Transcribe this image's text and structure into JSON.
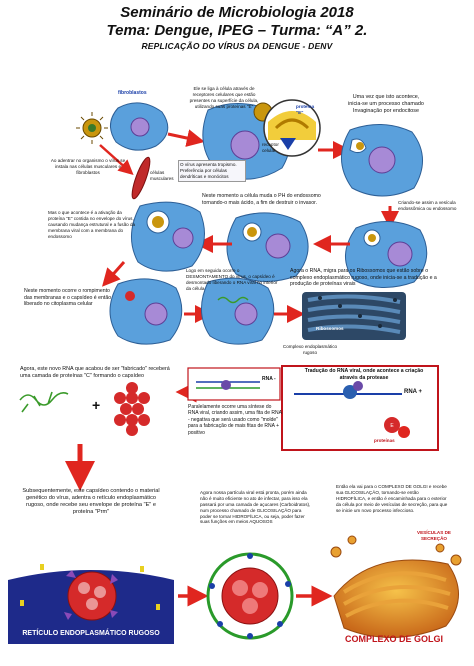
{
  "header": {
    "line1": "Seminário de Microbiologia 2018",
    "line2": "Tema: Dengue, IPEG – Turma: “A” 2.",
    "line3": "REPLICAÇÃO DO VÍRUS DA DENGUE - DENV"
  },
  "labels": {
    "fibroblastos": "fibroblastos",
    "entering_virus": "Ao adentrar no organismo o vírus se instala nas células musculares e fibroblastos",
    "celulas_musculares": "células musculares",
    "binding": "Ele se liga à célula através de receptores celulares que estão presentes na superfície da célula, utilizando suas proteínas \"E\"",
    "receptor": "receptor celular",
    "protein_e": "proteína \"E\"",
    "other_cells": "O vírus apresenta tropismo. Preferência por células dendríticas e monócitos",
    "endocytosis": "Uma vez que isto acontece, inicia-se um processo chamado Invaginação por endocitose",
    "endosome_form": "Criando-se assim a vesícula endossômica ou endossomo",
    "ph_change": "Neste momento a célula muda o PH do endossomo tornando-o mais ácido, a fim de destruir o invasor.",
    "fusion": "Mas o que acontece é a ativação da proteína \"E\" contida no envelope do vírus, causando mudança estrutural e a fusão da membrana viral com a membrana do endossomo",
    "uncoating": "Neste momento ocorre o rompimento das membranas e o capsídeo é então liberado no citoplasma celular",
    "disassembly": "Logo em seguida ocorre o DESMONTAMENTO do vírus, o capsídeo é desmontado liberando o RNA viral no interior da célula",
    "ribosome_text": "Agora o RNA, migra para os Ribossomos que estão sobre o complexo endoplasmático rugoso, onde inicia-se a tradução e a produção de proteínas virais",
    "ribosomes": "Ribossomos",
    "rer_label": "Complexo endoplasmático rugoso",
    "translation_title": "Tradução do RNA viral, onde acontece a criação através da protease",
    "rna_plus": "RNA +",
    "rna_minus": "RNA -",
    "protein_label": "proteínas",
    "synthesis": "Paralelamente ocorre uma síntese do RNA viral, criando assim, uma fita de RNA - negativa que será usado como \"molde\" para a fabricação de mais fitas de RNA + positivo",
    "capsid_text": "Agora, este novo RNA que acabou de ser \"fabricado\" receberá uma camada de proteínas \"C\" formando o capsídeo",
    "envelope_text": "Subsequentemente, este capsídeo contendo o material genético do vírus, adentra o retículo endoplasmático rugoso, onde recebe seu envelope de proteína \"E\" e proteína \"Prm\"",
    "reticulo": "RETÍCULO ENDOPLASMÁTICO RUGOSO",
    "glyco_text": "Agora nossa partícula viral está pronta, porém ainda não é muito eficiente no ato de infectar, para isso ela passará por uma camada de açucares (Carboidratos), num processo chamado de GLICOSILAÇÃO para poder se tornar HIDROFÍLICA, ou seja, poder fazer suas funções em meios AQUOSOS",
    "golgi_text": "Então ela vai para o COMPLEXO DE GOLGI e recebe sua GLICOSILAÇÃO, tornando-se então HIDROFÍLICA, e então é encaminhada para o exterior da célula por meio de vesículas de secreção, para que se inicie um novo processo infeccioso.",
    "secretion": "VESÍCULAS DE SECREÇÃO",
    "golgi": "COMPLEXO DE GOLGI"
  },
  "colors": {
    "cell": "#5aa0dc",
    "nucleus": "#a78ad6",
    "arrow": "#e0261f",
    "virus": "#c9960e",
    "accent": "#c0141b"
  }
}
